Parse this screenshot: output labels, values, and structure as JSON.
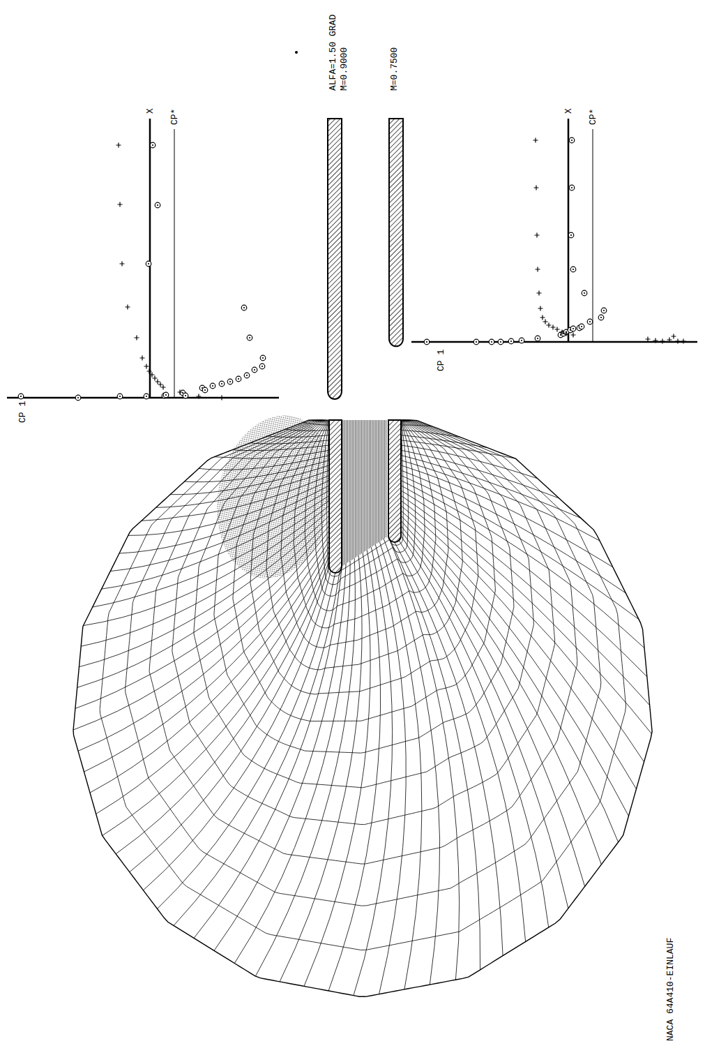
{
  "diagram": {
    "title": "NACA 64A410-EINLAUF",
    "labels": [
      "CP 1",
      "X",
      "CP*",
      "ALFA=1.50 GRAD",
      "M=0.9000",
      "M=0.7500",
      "CP 1",
      "X",
      "CP*"
    ]
  }
}
